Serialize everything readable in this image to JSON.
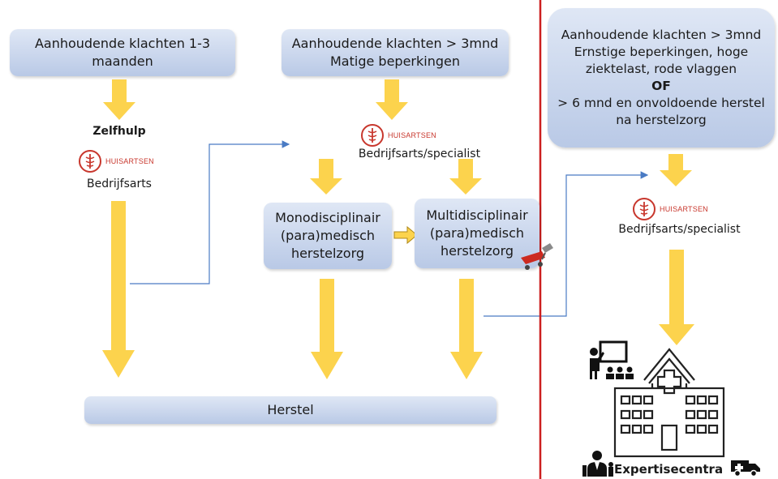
{
  "boxes": {
    "acute": {
      "line1": "Aanhoudende klachten 1-3",
      "line2": "maanden"
    },
    "moderate": {
      "line1": "Aanhoudende klachten > 3mnd",
      "line2": "Matige beperkingen"
    },
    "severe": {
      "line1": "Aanhoudende klachten > 3mnd",
      "line2": "Ernstige beperkingen, hoge",
      "line3": "ziektelast, rode vlaggen",
      "line4": "OF",
      "line5": "> 6 mnd en onvoldoende herstel",
      "line6": "na herstelzorg"
    },
    "mono": {
      "line1": "Monodisciplinair",
      "line2": "(para)medisch",
      "line3": "herstelzorg"
    },
    "multi": {
      "line1": "Multidisciplinair",
      "line2": "(para)medisch",
      "line3": "herstelzorg"
    },
    "recovery": {
      "label": "Herstel"
    }
  },
  "labels": {
    "selfhelp": "Zelfhulp",
    "occupational_physician": "Bedrijfsarts",
    "physician_specialist_mid": "Bedrijfsarts/specialist",
    "physician_specialist_right": "Bedrijfsarts/specialist",
    "expertise_centres": "Expertisecentra"
  },
  "logo": {
    "text": "HUISARTSEN",
    "color": "#c8372d"
  },
  "colors": {
    "arrow": "#fcd34d",
    "connector": "#4a7bc4",
    "divider": "#cc1f1f",
    "box_top": "#dfe7f5",
    "box_bottom": "#b9c9e6"
  },
  "icons": [
    "caduceus-icon",
    "teacher-audience-icon",
    "hospital-icon",
    "doctor-icon",
    "ambulance-icon",
    "trolley-icon"
  ]
}
